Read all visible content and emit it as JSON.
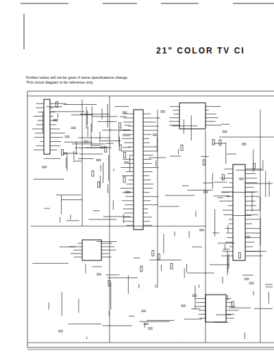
{
  "diagram": {
    "title": "21\" COLOR TV CI",
    "labels": [
      "Further notice will not be given if some specifications change",
      "This circuit diagram is for reference only."
    ]
  }
}
